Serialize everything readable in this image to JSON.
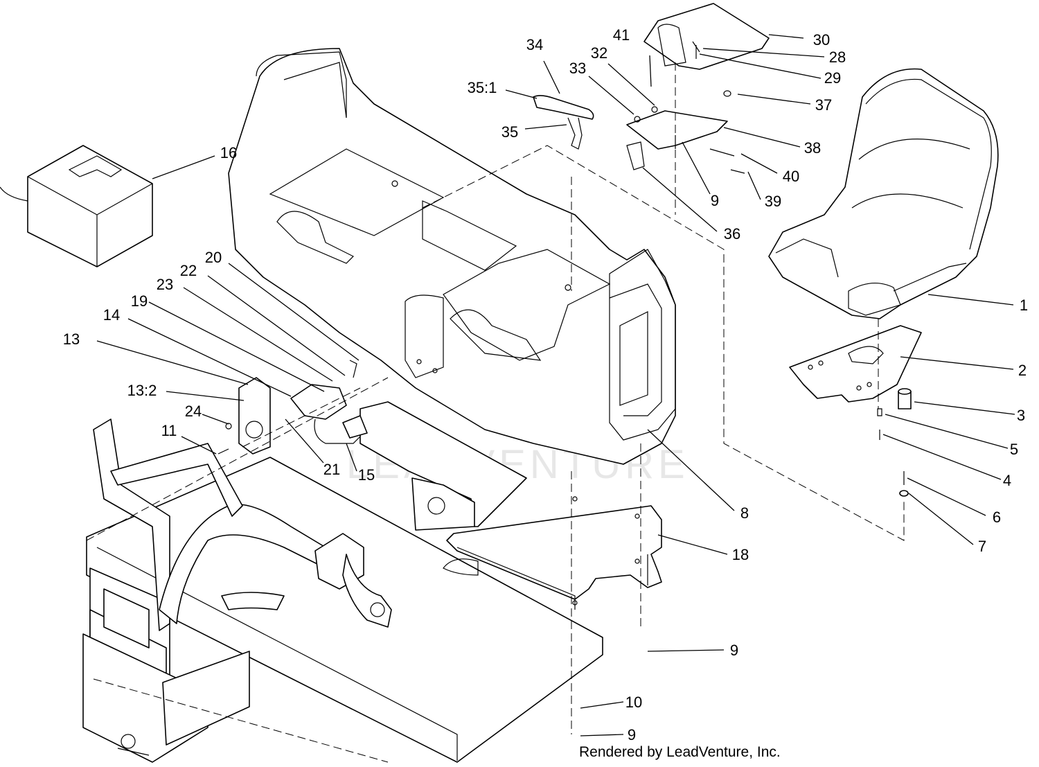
{
  "watermark": {
    "text": "LEADVENTURE"
  },
  "credit": {
    "text": "Rendered by LeadVenture, Inc."
  },
  "callouts": [
    {
      "label": "1"
    },
    {
      "label": "2"
    },
    {
      "label": "3"
    },
    {
      "label": "5"
    },
    {
      "label": "4"
    },
    {
      "label": "6"
    },
    {
      "label": "7"
    },
    {
      "label": "8"
    },
    {
      "label": "18"
    },
    {
      "label": "9"
    },
    {
      "label": "10"
    },
    {
      "label": "9"
    },
    {
      "label": "16"
    },
    {
      "label": "34"
    },
    {
      "label": "35:1"
    },
    {
      "label": "35"
    },
    {
      "label": "33"
    },
    {
      "label": "32"
    },
    {
      "label": "41"
    },
    {
      "label": "30"
    },
    {
      "label": "28"
    },
    {
      "label": "29"
    },
    {
      "label": "37"
    },
    {
      "label": "38"
    },
    {
      "label": "40"
    },
    {
      "label": "39"
    },
    {
      "label": "9"
    },
    {
      "label": "36"
    },
    {
      "label": "20"
    },
    {
      "label": "22"
    },
    {
      "label": "23"
    },
    {
      "label": "19"
    },
    {
      "label": "14"
    },
    {
      "label": "13"
    },
    {
      "label": "13:2"
    },
    {
      "label": "24"
    },
    {
      "label": "11"
    },
    {
      "label": "21"
    },
    {
      "label": "15"
    }
  ]
}
